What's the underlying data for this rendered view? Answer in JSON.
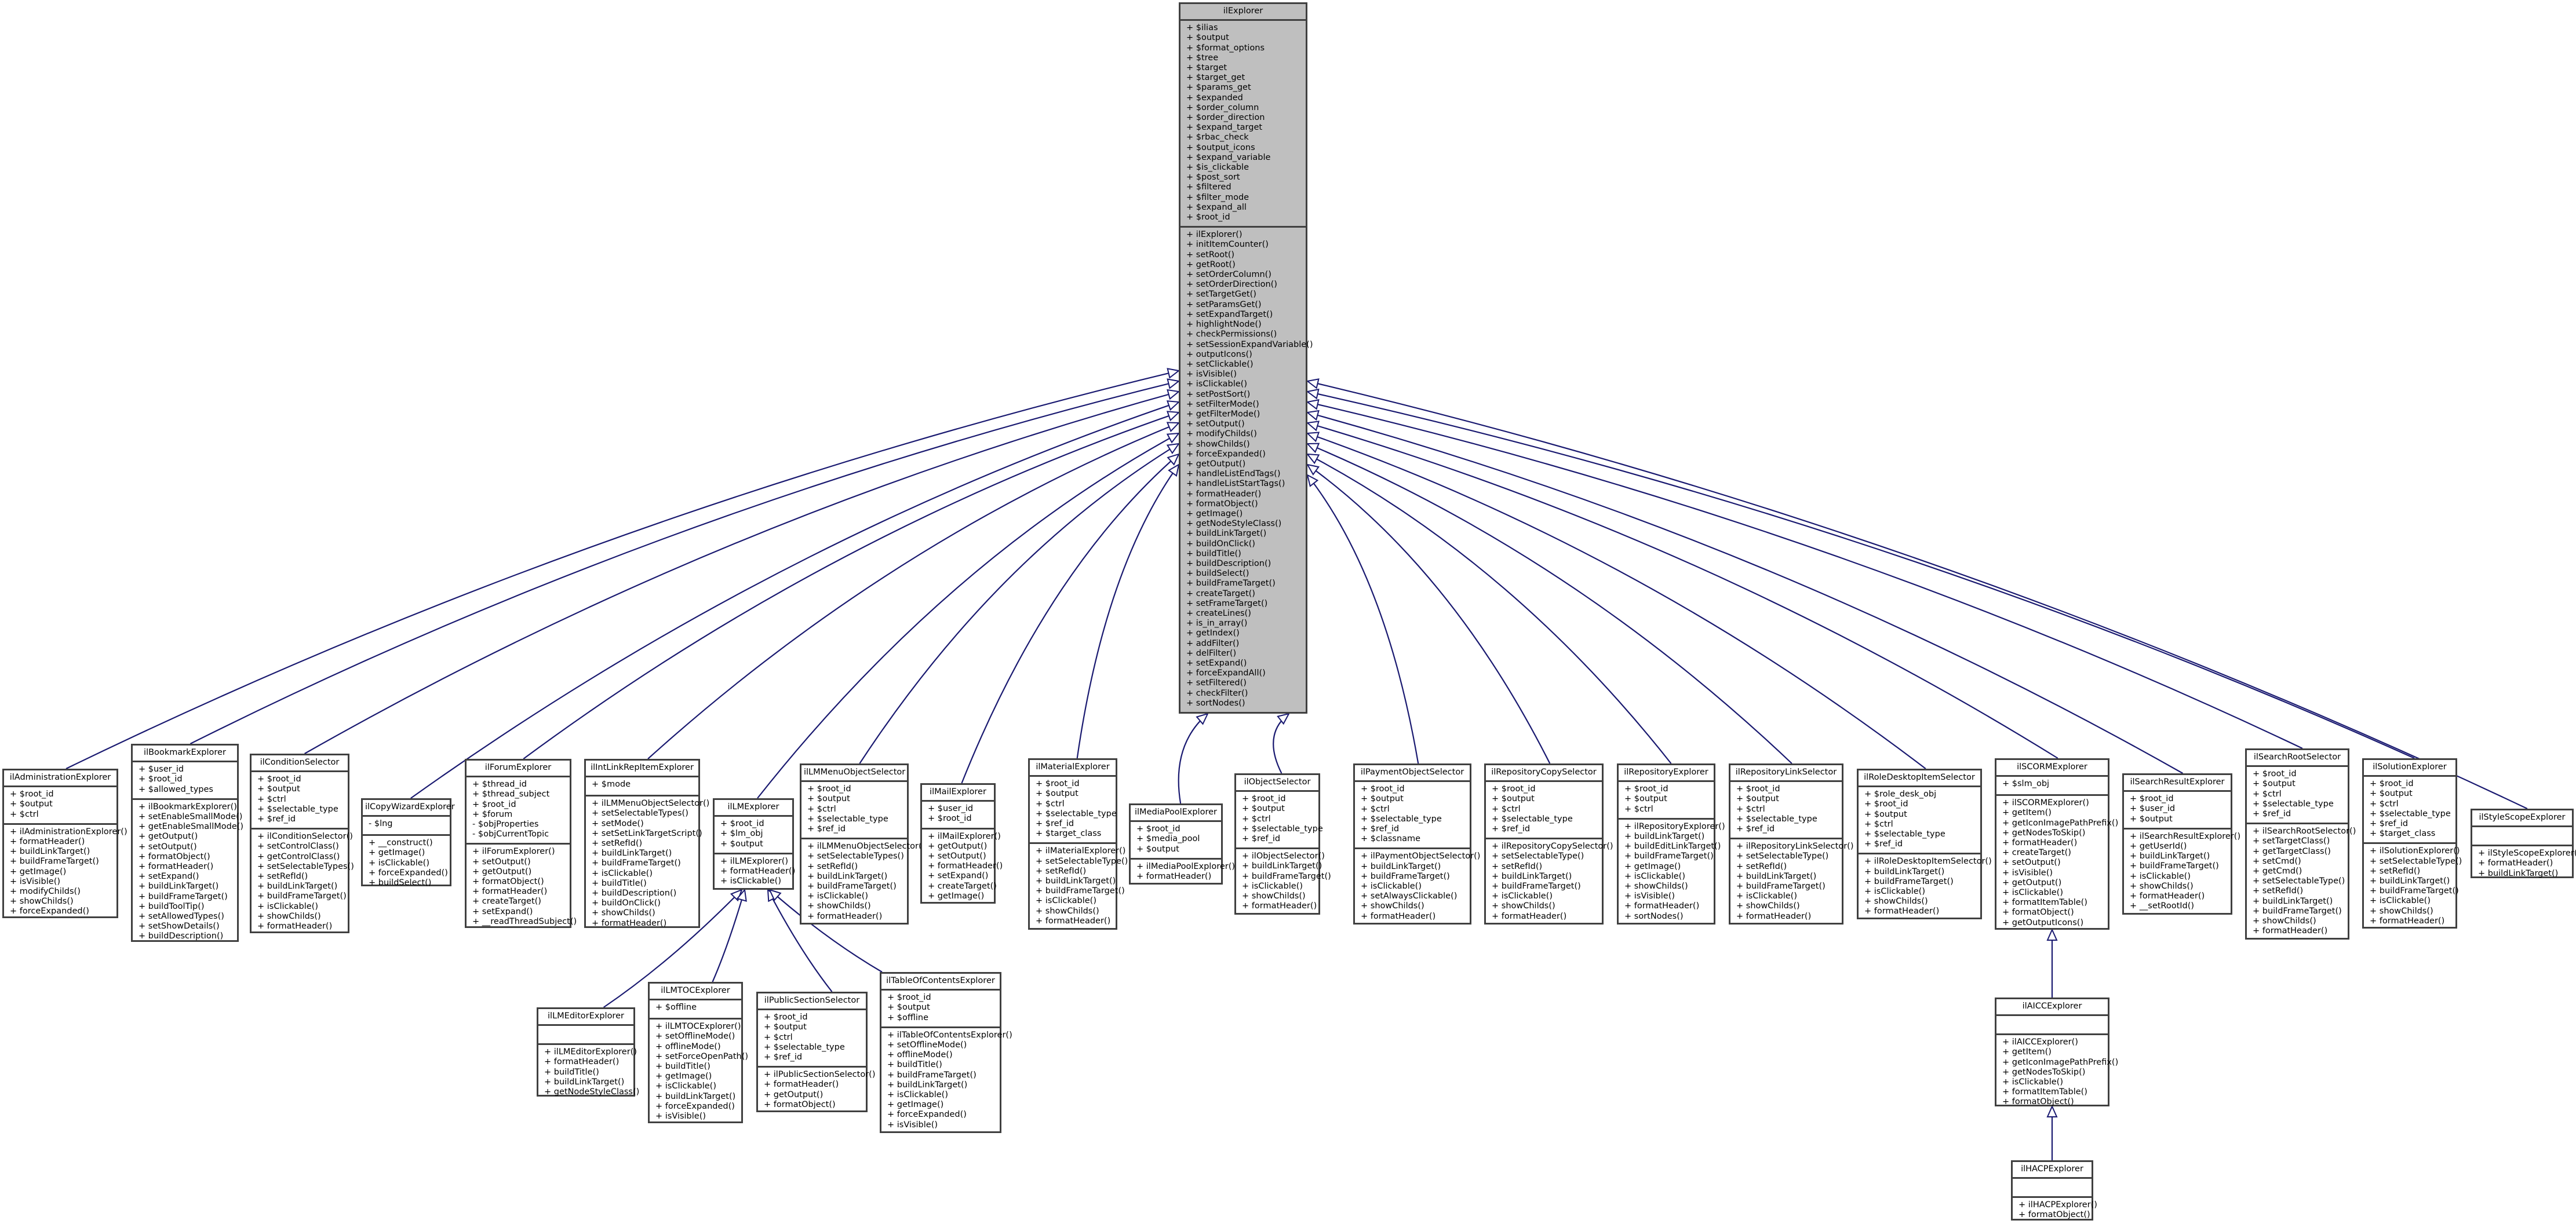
{
  "diagram": {
    "type": "UML class inheritance diagram",
    "edge_color": "#191970",
    "root": {
      "name": "ilExplorer",
      "attributes": [
        "+ $ilias",
        "+ $output",
        "+ $format_options",
        "+ $tree",
        "+ $target",
        "+ $target_get",
        "+ $params_get",
        "+ $expanded",
        "+ $order_column",
        "+ $order_direction",
        "+ $expand_target",
        "+ $rbac_check",
        "+ $output_icons",
        "+ $expand_variable",
        "+ $is_clickable",
        "+ $post_sort",
        "+ $filtered",
        "+ $filter_mode",
        "+ $expand_all",
        "+ $root_id"
      ],
      "operations": [
        "+ ilExplorer()",
        "+ initItemCounter()",
        "+ setRoot()",
        "+ getRoot()",
        "+ setOrderColumn()",
        "+ setOrderDirection()",
        "+ setTargetGet()",
        "+ setParamsGet()",
        "+ setExpandTarget()",
        "+ highlightNode()",
        "+ checkPermissions()",
        "+ setSessionExpandVariable()",
        "+ outputIcons()",
        "+ setClickable()",
        "+ isVisible()",
        "+ isClickable()",
        "+ setPostSort()",
        "+ setFilterMode()",
        "+ getFilterMode()",
        "+ setOutput()",
        "+ modifyChilds()",
        "+ showChilds()",
        "+ forceExpanded()",
        "+ getOutput()",
        "+ handleListEndTags()",
        "+ handleListStartTags()",
        "+ formatHeader()",
        "+ formatObject()",
        "+ getImage()",
        "+ getNodeStyleClass()",
        "+ buildLinkTarget()",
        "+ buildOnClick()",
        "+ buildTitle()",
        "+ buildDescription()",
        "+ buildSelect()",
        "+ buildFrameTarget()",
        "+ createTarget()",
        "+ setFrameTarget()",
        "+ createLines()",
        "+ is_in_array()",
        "+ getIndex()",
        "+ addFilter()",
        "+ delFilter()",
        "+ setExpand()",
        "+ forceExpandAll()",
        "+ setFiltered()",
        "+ checkFilter()",
        "+ sortNodes()"
      ]
    },
    "classes": [
      {
        "name": "ilAdministrationExplorer",
        "parent": "ilExplorer",
        "attributes": [
          "+ $root_id",
          "+ $output",
          "+ $ctrl"
        ],
        "operations": [
          "+ ilAdministrationExplorer()",
          "+ formatHeader()",
          "+ buildLinkTarget()",
          "+ buildFrameTarget()",
          "+ getImage()",
          "+ isVisible()",
          "+ modifyChilds()",
          "+ showChilds()",
          "+ forceExpanded()"
        ]
      },
      {
        "name": "ilBookmarkExplorer",
        "parent": "ilExplorer",
        "attributes": [
          "+ $user_id",
          "+ $root_id",
          "+ $allowed_types"
        ],
        "operations": [
          "+ ilBookmarkExplorer()",
          "+ setEnableSmallMode()",
          "+ getEnableSmallMode()",
          "+ getOutput()",
          "+ setOutput()",
          "+ formatObject()",
          "+ formatHeader()",
          "+ setExpand()",
          "+ buildLinkTarget()",
          "+ buildFrameTarget()",
          "+ buildToolTip()",
          "+ setAllowedTypes()",
          "+ setShowDetails()",
          "+ buildDescription()"
        ]
      },
      {
        "name": "ilConditionSelector",
        "parent": "ilExplorer",
        "attributes": [
          "+ $root_id",
          "+ $output",
          "+ $ctrl",
          "+ $selectable_type",
          "+ $ref_id"
        ],
        "operations": [
          "+ ilConditionSelector()",
          "+ setControlClass()",
          "+ getControlClass()",
          "+ setSelectableTypes()",
          "+ setRefId()",
          "+ buildLinkTarget()",
          "+ buildFrameTarget()",
          "+ isClickable()",
          "+ showChilds()",
          "+ formatHeader()"
        ]
      },
      {
        "name": "ilCopyWizardExplorer",
        "parent": "ilExplorer",
        "attributes": [
          "- $lng"
        ],
        "operations": [
          "+ __construct()",
          "+ getImage()",
          "+ isClickable()",
          "+ forceExpanded()",
          "+ buildSelect()"
        ]
      },
      {
        "name": "ilForumExplorer",
        "parent": "ilExplorer",
        "attributes": [
          "+ $thread_id",
          "+ $thread_subject",
          "+ $root_id",
          "+ $forum",
          "- $objProperties",
          "- $objCurrentTopic"
        ],
        "operations": [
          "+ ilForumExplorer()",
          "+ setOutput()",
          "+ getOutput()",
          "+ formatObject()",
          "+ formatHeader()",
          "+ createTarget()",
          "+ setExpand()",
          "+ __readThreadSubject()"
        ]
      },
      {
        "name": "ilIntLinkRepItemExplorer",
        "parent": "ilExplorer",
        "attributes": [
          "+ $mode"
        ],
        "operations": [
          "+ ilLMMenuObjectSelector()",
          "+ setSelectableTypes()",
          "+ setMode()",
          "+ setSetLinkTargetScript()",
          "+ setRefId()",
          "+ buildLinkTarget()",
          "+ buildFrameTarget()",
          "+ isClickable()",
          "+ buildTitle()",
          "+ buildDescription()",
          "+ buildOnClick()",
          "+ showChilds()",
          "+ formatHeader()"
        ]
      },
      {
        "name": "ilLMExplorer",
        "parent": "ilExplorer",
        "attributes": [
          "+ $root_id",
          "+ $lm_obj",
          "+ $output"
        ],
        "operations": [
          "+ ilLMExplorer()",
          "+ formatHeader()",
          "+ isClickable()"
        ]
      },
      {
        "name": "ilLMMenuObjectSelector",
        "parent": "ilExplorer",
        "attributes": [
          "+ $root_id",
          "+ $output",
          "+ $ctrl",
          "+ $selectable_type",
          "+ $ref_id"
        ],
        "operations": [
          "+ ilLMMenuObjectSelector()",
          "+ setSelectableTypes()",
          "+ setRefId()",
          "+ buildLinkTarget()",
          "+ buildFrameTarget()",
          "+ isClickable()",
          "+ showChilds()",
          "+ formatHeader()"
        ]
      },
      {
        "name": "ilMailExplorer",
        "parent": "ilExplorer",
        "attributes": [
          "+ $user_id",
          "+ $root_id"
        ],
        "operations": [
          "+ ilMailExplorer()",
          "+ getOutput()",
          "+ setOutput()",
          "+ formatHeader()",
          "+ setExpand()",
          "+ createTarget()",
          "+ getImage()"
        ]
      },
      {
        "name": "ilMaterialExplorer",
        "parent": "ilExplorer",
        "attributes": [
          "+ $root_id",
          "+ $output",
          "+ $ctrl",
          "+ $selectable_type",
          "+ $ref_id",
          "+ $target_class"
        ],
        "operations": [
          "+ ilMaterialExplorer()",
          "+ setSelectableType()",
          "+ setRefId()",
          "+ buildLinkTarget()",
          "+ buildFrameTarget()",
          "+ isClickable()",
          "+ showChilds()",
          "+ formatHeader()"
        ]
      },
      {
        "name": "ilMediaPoolExplorer",
        "parent": "ilExplorer",
        "attributes": [
          "+ $root_id",
          "+ $media_pool",
          "+ $output"
        ],
        "operations": [
          "+ ilMediaPoolExplorer()",
          "+ formatHeader()"
        ]
      },
      {
        "name": "ilObjectSelector",
        "parent": "ilExplorer",
        "attributes": [
          "+ $root_id",
          "+ $output",
          "+ $ctrl",
          "+ $selectable_type",
          "+ $ref_id"
        ],
        "operations": [
          "+ ilObjectSelector()",
          "+ buildLinkTarget()",
          "+ buildFrameTarget()",
          "+ isClickable()",
          "+ showChilds()",
          "+ formatHeader()"
        ]
      },
      {
        "name": "ilPaymentObjectSelector",
        "parent": "ilExplorer",
        "attributes": [
          "+ $root_id",
          "+ $output",
          "+ $ctrl",
          "+ $selectable_type",
          "+ $ref_id",
          "+ $classname"
        ],
        "operations": [
          "+ ilPaymentObjectSelector()",
          "+ buildLinkTarget()",
          "+ buildFrameTarget()",
          "+ isClickable()",
          "+ setAlwaysClickable()",
          "+ showChilds()",
          "+ formatHeader()"
        ]
      },
      {
        "name": "ilRepositoryCopySelector",
        "parent": "ilExplorer",
        "attributes": [
          "+ $root_id",
          "+ $output",
          "+ $ctrl",
          "+ $selectable_type",
          "+ $ref_id"
        ],
        "operations": [
          "+ ilRepositoryCopySelector()",
          "+ setSelectableType()",
          "+ setRefId()",
          "+ buildLinkTarget()",
          "+ buildFrameTarget()",
          "+ isClickable()",
          "+ showChilds()",
          "+ formatHeader()"
        ]
      },
      {
        "name": "ilRepositoryExplorer",
        "parent": "ilExplorer",
        "attributes": [
          "+ $root_id",
          "+ $output",
          "+ $ctrl"
        ],
        "operations": [
          "+ ilRepositoryExplorer()",
          "+ buildLinkTarget()",
          "+ buildEditLinkTarget()",
          "+ buildFrameTarget()",
          "+ getImage()",
          "+ isClickable()",
          "+ showChilds()",
          "+ isVisible()",
          "+ formatHeader()",
          "+ sortNodes()"
        ]
      },
      {
        "name": "ilRepositoryLinkSelector",
        "parent": "ilExplorer",
        "attributes": [
          "+ $root_id",
          "+ $output",
          "+ $ctrl",
          "+ $selectable_type",
          "+ $ref_id"
        ],
        "operations": [
          "+ ilRepositoryLinkSelector()",
          "+ setSelectableType()",
          "+ setRefId()",
          "+ buildLinkTarget()",
          "+ buildFrameTarget()",
          "+ isClickable()",
          "+ showChilds()",
          "+ formatHeader()"
        ]
      },
      {
        "name": "ilRoleDesktopItemSelector",
        "parent": "ilExplorer",
        "attributes": [
          "+ $role_desk_obj",
          "+ $root_id",
          "+ $output",
          "+ $ctrl",
          "+ $selectable_type",
          "+ $ref_id"
        ],
        "operations": [
          "+ ilRoleDesktopItemSelector()",
          "+ buildLinkTarget()",
          "+ buildFrameTarget()",
          "+ isClickable()",
          "+ showChilds()",
          "+ formatHeader()"
        ]
      },
      {
        "name": "ilSCORMExplorer",
        "parent": "ilExplorer",
        "attributes": [
          "+ $slm_obj"
        ],
        "operations": [
          "+ ilSCORMExplorer()",
          "+ getItem()",
          "+ getIconImagePathPrefix()",
          "+ getNodesToSkip()",
          "+ formatHeader()",
          "+ createTarget()",
          "+ setOutput()",
          "+ isVisible()",
          "+ getOutput()",
          "+ isClickable()",
          "+ formatItemTable()",
          "+ formatObject()",
          "+ getOutputIcons()"
        ]
      },
      {
        "name": "ilSearchResultExplorer",
        "parent": "ilExplorer",
        "attributes": [
          "+ $root_id",
          "+ $user_id",
          "+ $output"
        ],
        "operations": [
          "+ ilSearchResultExplorer()",
          "+ getUserId()",
          "+ buildLinkTarget()",
          "+ buildFrameTarget()",
          "+ isClickable()",
          "+ showChilds()",
          "+ formatHeader()",
          "+ __setRootId()"
        ]
      },
      {
        "name": "ilSearchRootSelector",
        "parent": "ilExplorer",
        "attributes": [
          "+ $root_id",
          "+ $output",
          "+ $ctrl",
          "+ $selectable_type",
          "+ $ref_id"
        ],
        "operations": [
          "+ ilSearchRootSelector()",
          "+ setTargetClass()",
          "+ getTargetClass()",
          "+ setCmd()",
          "+ getCmd()",
          "+ setSelectableType()",
          "+ setRefId()",
          "+ buildLinkTarget()",
          "+ buildFrameTarget()",
          "+ showChilds()",
          "+ formatHeader()"
        ]
      },
      {
        "name": "ilSolutionExplorer",
        "parent": "ilExplorer",
        "attributes": [
          "+ $root_id",
          "+ $output",
          "+ $ctrl",
          "+ $selectable_type",
          "+ $ref_id",
          "+ $target_class"
        ],
        "operations": [
          "+ ilSolutionExplorer()",
          "+ setSelectableType()",
          "+ setRefId()",
          "+ buildLinkTarget()",
          "+ buildFrameTarget()",
          "+ isClickable()",
          "+ showChilds()",
          "+ formatHeader()"
        ]
      },
      {
        "name": "ilStyleScopeExplorer",
        "parent": "ilExplorer",
        "attributes": [],
        "operations": [
          "+ ilStyleScopeExplorer()",
          "+ formatHeader()",
          "+ buildLinkTarget()"
        ]
      },
      {
        "name": "ilLMEditorExplorer",
        "parent": "ilLMExplorer",
        "attributes": [],
        "operations": [
          "+ ilLMEditorExplorer()",
          "+ formatHeader()",
          "+ buildTitle()",
          "+ buildLinkTarget()",
          "+ getNodeStyleClass()"
        ]
      },
      {
        "name": "ilLMTOCExplorer",
        "parent": "ilLMExplorer",
        "attributes": [
          "+ $offline"
        ],
        "operations": [
          "+ ilLMTOCExplorer()",
          "+ setOfflineMode()",
          "+ offlineMode()",
          "+ setForceOpenPath()",
          "+ buildTitle()",
          "+ getImage()",
          "+ isClickable()",
          "+ buildLinkTarget()",
          "+ forceExpanded()",
          "+ isVisible()"
        ]
      },
      {
        "name": "ilPublicSectionSelector",
        "parent": "ilLMExplorer",
        "attributes": [
          "+ $root_id",
          "+ $output",
          "+ $ctrl",
          "+ $selectable_type",
          "+ $ref_id"
        ],
        "operations": [
          "+ ilPublicSectionSelector()",
          "+ formatHeader()",
          "+ getOutput()",
          "+ formatObject()"
        ]
      },
      {
        "name": "ilTableOfContentsExplorer",
        "parent": "ilLMExplorer",
        "attributes": [
          "+ $root_id",
          "+ $output",
          "+ $offline"
        ],
        "operations": [
          "+ ilTableOfContentsExplorer()",
          "+ setOfflineMode()",
          "+ offlineMode()",
          "+ buildTitle()",
          "+ buildFrameTarget()",
          "+ buildLinkTarget()",
          "+ isClickable()",
          "+ getImage()",
          "+ forceExpanded()",
          "+ isVisible()"
        ]
      },
      {
        "name": "ilAICCExplorer",
        "parent": "ilSCORMExplorer",
        "attributes": [],
        "operations": [
          "+ ilAICCExplorer()",
          "+ getItem()",
          "+ getIconImagePathPrefix()",
          "+ getNodesToSkip()",
          "+ isClickable()",
          "+ formatItemTable()",
          "+ formatObject()"
        ]
      },
      {
        "name": "ilHACPExplorer",
        "parent": "ilAICCExplorer",
        "attributes": [],
        "operations": [
          "+ ilHACPExplorer()",
          "+ formatObject()"
        ]
      }
    ]
  }
}
